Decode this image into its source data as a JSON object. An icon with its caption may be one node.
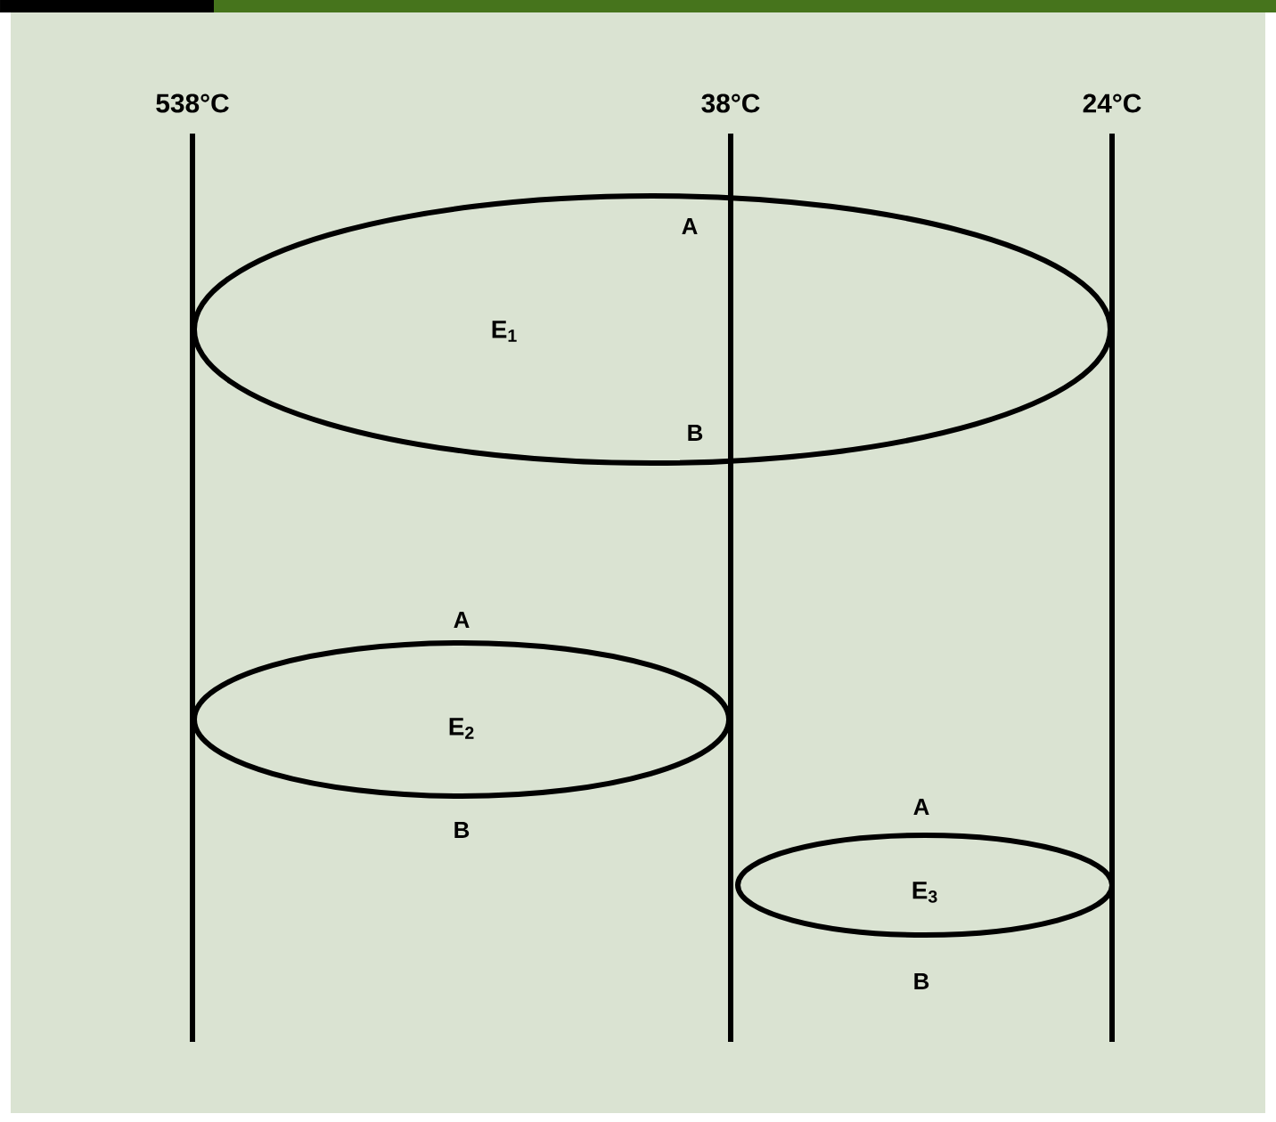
{
  "diagram": {
    "nodes": [
      {
        "text": [
          "A",
          "E$_{1}$",
          "B"
        ]
      },
      {
        "text": [
          "E$_{2}$"
        ],
        "beside": [
          "A",
          "B"
        ]
      },
      {
        "text": [
          "E$_{3}$"
        ],
        "beside": [
          "A",
          "B"
        ]
      }
    ],
    "labels": [
      "538°C",
      "38°C",
      "24°C"
    ]
  }
}
